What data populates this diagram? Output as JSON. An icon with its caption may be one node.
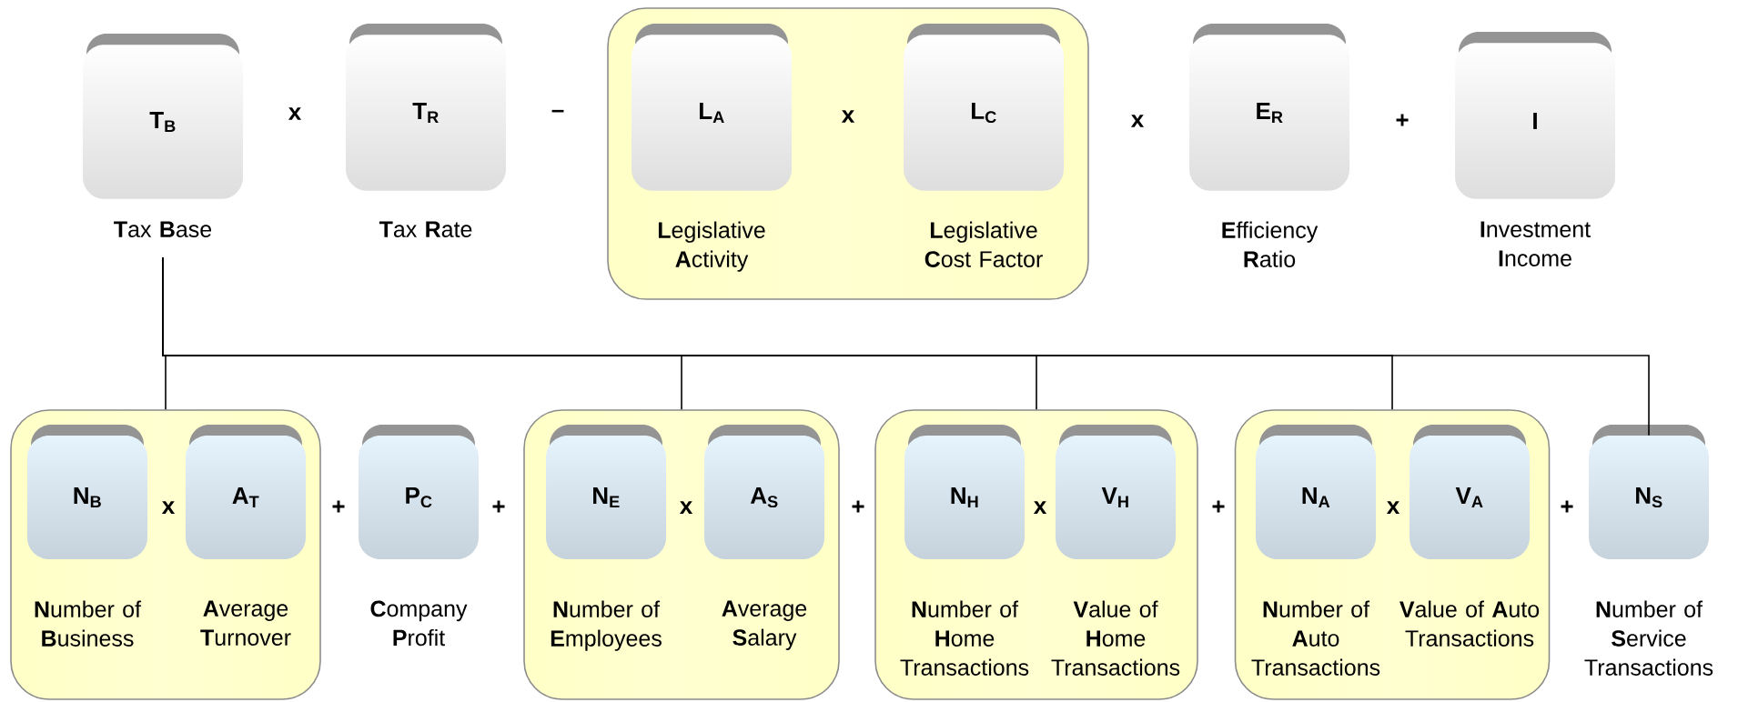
{
  "diagram": {
    "nodes": [
      {
        "text": [
          "T$_{B}$"
        ],
        "beside": [
          "**T**ax **B**ase"
        ]
      },
      {
        "text": [
          "T$_{R}$"
        ],
        "beside": [
          "**T**ax **R**ate"
        ]
      },
      {
        "text": [],
        "shape": "box"
      },
      {
        "text": [
          "L$_{A}$"
        ],
        "in": 2,
        "beside": [
          "**L**egislative **A**ctivity"
        ]
      },
      {
        "text": [
          "L$_{C}$"
        ],
        "in": 2,
        "beside": [
          "**L**egislative **C**ost Factor"
        ]
      },
      {
        "text": [
          "E$_{R}$"
        ],
        "beside": [
          "**E**fficiency **R**atio"
        ]
      },
      {
        "text": [
          "I"
        ],
        "beside": [
          "**I**nvestment **I**ncome"
        ]
      },
      {
        "text": [],
        "shape": "box"
      },
      {
        "text": [
          "N$_{B}$"
        ],
        "in": 7,
        "beside": [
          "**N**umber of **B**usiness"
        ]
      },
      {
        "text": [
          "A$_{T}$"
        ],
        "in": 7,
        "beside": [
          "**A**verage **T**urnover"
        ]
      },
      {
        "text": [
          "P$_{C}$"
        ],
        "beside": [
          "**C**ompany **P**rofit"
        ]
      },
      {
        "text": [],
        "shape": "box"
      },
      {
        "text": [
          "N$_{E}$"
        ],
        "in": 11,
        "beside": [
          "**N**umber of **E**mployees"
        ]
      },
      {
        "text": [
          "A$_{S}$"
        ],
        "in": 11,
        "beside": [
          "**A**verage **S**alary"
        ]
      },
      {
        "text": [],
        "shape": "box"
      },
      {
        "text": [
          "N$_{H}$"
        ],
        "in": 14,
        "beside": [
          "**N**umber of **H**ome Transactions"
        ]
      },
      {
        "text": [
          "V$_{H}$"
        ],
        "in": 14,
        "beside": [
          "**V**alue of **H**ome Transactions"
        ]
      },
      {
        "text": [],
        "shape": "box"
      },
      {
        "text": [
          "N$_{A}$"
        ],
        "in": 17,
        "beside": [
          "**N**umber of **A**uto Transactions"
        ]
      },
      {
        "text": [
          "V$_{A}$"
        ],
        "in": 17,
        "beside": [
          "**V**alue of **A**uto Transactions"
        ]
      },
      {
        "text": [
          "N$_{S}$"
        ],
        "beside": [
          "**N**umber of **S**ervice Transactions"
        ]
      }
    ],
    "edges": [
      {
        "from": 0,
        "to": 7,
        "arrow": "none"
      },
      {
        "from": 0,
        "to": 11,
        "arrow": "none"
      },
      {
        "from": 0,
        "to": 14,
        "arrow": "none"
      },
      {
        "from": 0,
        "to": 17,
        "arrow": "none"
      },
      {
        "from": 0,
        "to": 20,
        "arrow": "none"
      }
    ],
    "labels": [
      "x",
      "–",
      "x",
      "x",
      "+",
      "x",
      "+",
      "+",
      "x",
      "+",
      "x",
      "+",
      "x",
      "+"
    ]
  }
}
